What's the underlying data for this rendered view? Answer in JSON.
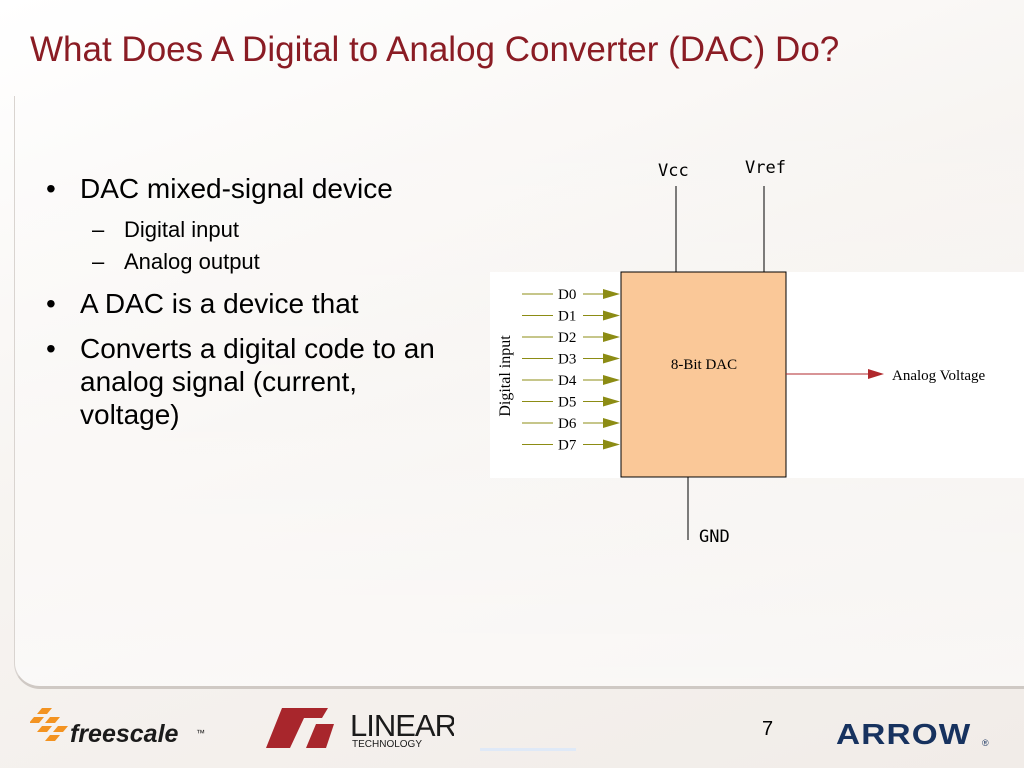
{
  "slide": {
    "title": "What Does A Digital to Analog Converter (DAC) Do?",
    "bullets": [
      {
        "text": "DAC mixed-signal device",
        "sub": [
          "Digital input",
          "Analog output"
        ]
      },
      {
        "text": "A DAC is a device that"
      },
      {
        "text": "Converts a digital code to an analog signal (current, voltage)"
      }
    ],
    "page_number": "7"
  },
  "diagram": {
    "block_label": "8-Bit DAC",
    "vcc_label": "Vcc",
    "vref_label": "Vref",
    "gnd_label": "GND",
    "input_group_label": "Digital input",
    "output_label": "Analog Voltage",
    "inputs": [
      "D0",
      "D1",
      "D2",
      "D3",
      "D4",
      "D5",
      "D6",
      "D7"
    ],
    "colors": {
      "block_fill": "#fac898",
      "input_arrows": "#8c8c14",
      "output_arrow": "#b0282c",
      "title": "#8a1c24"
    }
  },
  "footer": {
    "logos": [
      {
        "name": "freescale-logo",
        "text": "freescale",
        "mark": "™"
      },
      {
        "name": "linear-technology-logo",
        "text": "LINEAR",
        "subtext": "TECHNOLOGY"
      },
      {
        "name": "arrow-logo",
        "text": "ARROW",
        "mark": "®"
      }
    ]
  }
}
